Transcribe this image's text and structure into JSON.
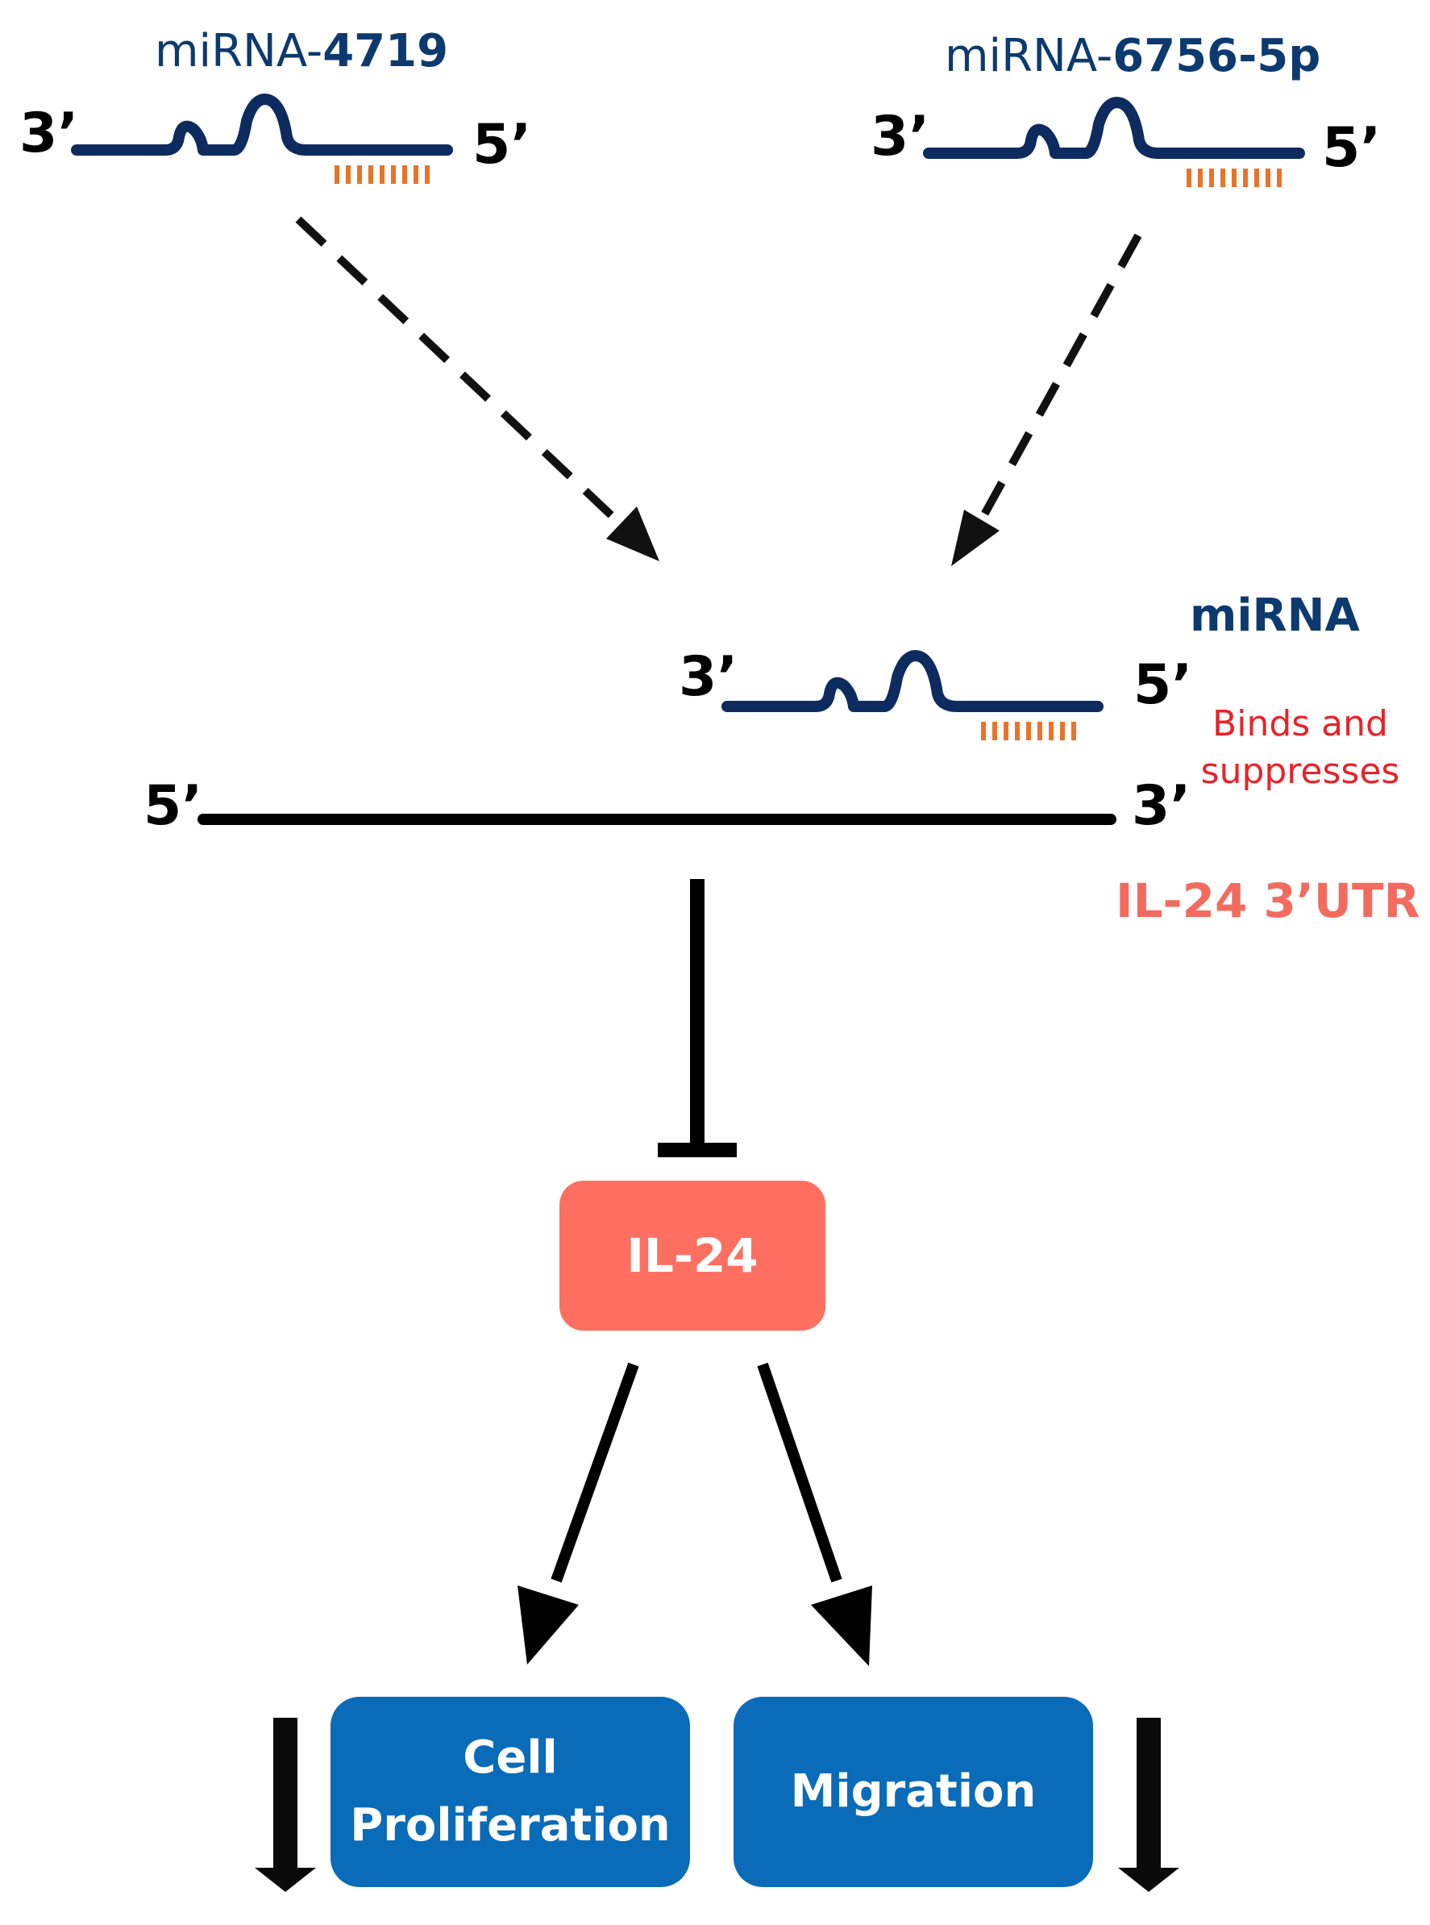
{
  "mirna_top_left": {
    "prefix": "miRNA-",
    "name": "4719",
    "end3": "3’",
    "end5": "5’"
  },
  "mirna_top_right": {
    "prefix": "miRNA-",
    "name": "6756-5p",
    "end3": "3’",
    "end5": "5’"
  },
  "mirna_bound": {
    "label": "miRNA",
    "end3": "3’",
    "end5": "5’",
    "binds_line1": "Binds and",
    "binds_line2": "suppresses"
  },
  "utr": {
    "end5": "5’",
    "end3": "3’",
    "label": "IL-24 3’UTR"
  },
  "target": {
    "label": "IL-24"
  },
  "outcomes": [
    {
      "line1": "Cell",
      "line2": "Proliferation",
      "direction": "down"
    },
    {
      "line1": "Migration",
      "direction": "down"
    }
  ],
  "colors": {
    "mirna_strand": "#0d2b5e",
    "seed": "#e8742a",
    "il24_box": "#ff6f61",
    "outcome_box": "#0a6bb8",
    "utr_label": "#f26b5e",
    "binds_text": "#e8232a"
  }
}
